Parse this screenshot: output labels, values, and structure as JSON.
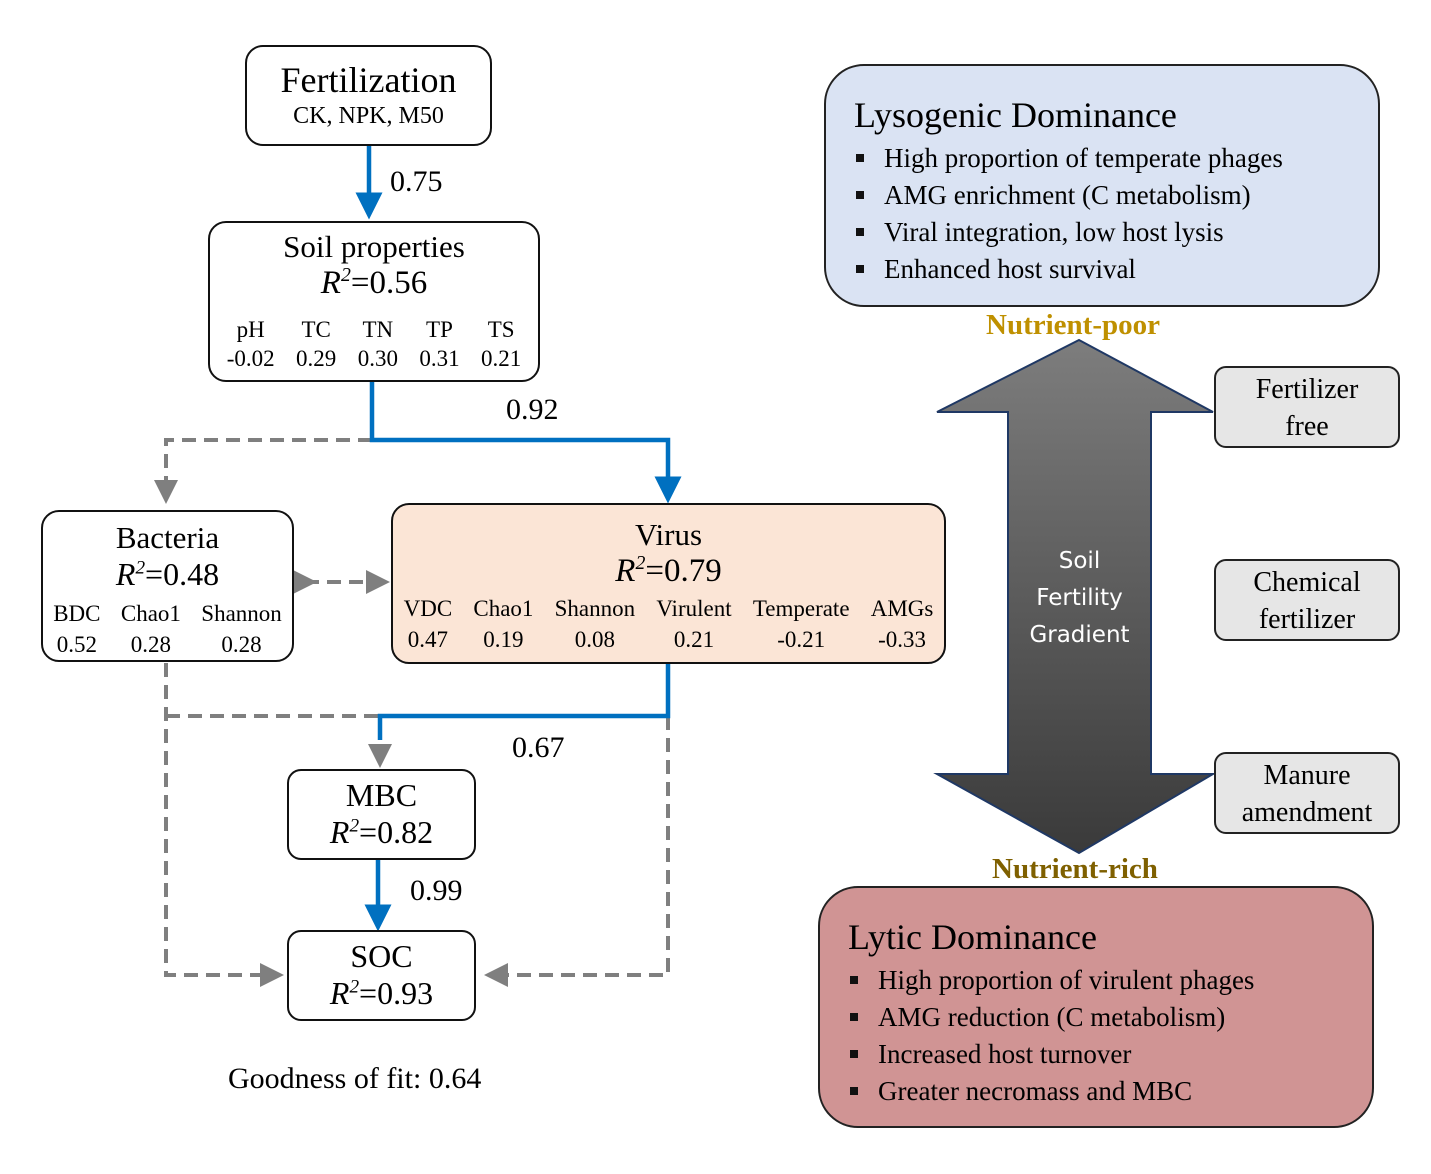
{
  "sem": {
    "nodes": {
      "fertilization": {
        "title": "Fertilization",
        "subtitle": "CK, NPK, M50"
      },
      "soil": {
        "title": "Soil properties",
        "r2_label": "R",
        "r2_sup": "2",
        "r2_value": "=0.56",
        "vars": [
          {
            "name": "pH",
            "value": "-0.02"
          },
          {
            "name": "TC",
            "value": "0.29"
          },
          {
            "name": "TN",
            "value": "0.30"
          },
          {
            "name": "TP",
            "value": "0.31"
          },
          {
            "name": "TS",
            "value": "0.21"
          }
        ]
      },
      "bacteria": {
        "title": "Bacteria",
        "r2_label": "R",
        "r2_sup": "2",
        "r2_value": "=0.48",
        "vars": [
          {
            "name": "BDC",
            "value": "0.52"
          },
          {
            "name": "Chao1",
            "value": "0.28"
          },
          {
            "name": "Shannon",
            "value": "0.28"
          }
        ]
      },
      "virus": {
        "title": "Virus",
        "r2_label": "R",
        "r2_sup": "2",
        "r2_value": "=0.79",
        "vars": [
          {
            "name": "VDC",
            "value": "0.47"
          },
          {
            "name": "Chao1",
            "value": "0.19"
          },
          {
            "name": "Shannon",
            "value": "0.08"
          },
          {
            "name": "Virulent",
            "value": "0.21"
          },
          {
            "name": "Temperate",
            "value": "-0.21"
          },
          {
            "name": "AMGs",
            "value": "-0.33"
          }
        ]
      },
      "mbc": {
        "title": "MBC",
        "r2_label": "R",
        "r2_sup": "2",
        "r2_value": "=0.82"
      },
      "soc": {
        "title": "SOC",
        "r2_label": "R",
        "r2_sup": "2",
        "r2_value": "=0.93"
      }
    },
    "paths": [
      {
        "from": "Fertilization",
        "to": "Soil properties",
        "coef": "0.75",
        "style": "significant"
      },
      {
        "from": "Soil properties",
        "to": "Virus",
        "coef": "0.92",
        "style": "significant"
      },
      {
        "from": "Virus",
        "to": "MBC",
        "coef": "0.67",
        "style": "significant"
      },
      {
        "from": "MBC",
        "to": "SOC",
        "coef": "0.99",
        "style": "significant"
      },
      {
        "from": "Soil properties",
        "to": "Bacteria",
        "coef": "",
        "style": "non-significant"
      },
      {
        "from": "Bacteria",
        "to": "Virus",
        "coef": "",
        "style": "non-significant"
      },
      {
        "from": "Bacteria",
        "to": "MBC",
        "coef": "",
        "style": "non-significant"
      },
      {
        "from": "Bacteria",
        "to": "SOC",
        "coef": "",
        "style": "non-significant"
      },
      {
        "from": "Virus",
        "to": "SOC",
        "coef": "",
        "style": "non-significant"
      }
    ],
    "goodness_of_fit": "Goodness of fit: 0.64"
  },
  "panels": {
    "lysogenic": {
      "title": "Lysogenic Dominance",
      "items": [
        "High proportion of temperate phages",
        "AMG enrichment (C metabolism)",
        "Viral integration, low host lysis",
        "Enhanced host survival"
      ]
    },
    "lytic": {
      "title": "Lytic Dominance",
      "items": [
        "High proportion of virulent phages",
        "AMG reduction (C metabolism)",
        "Increased host turnover",
        "Greater necromass and MBC"
      ]
    }
  },
  "gradient": {
    "top_label": "Nutrient-poor",
    "bottom_label": "Nutrient-rich",
    "arrow_text": [
      "Soil",
      "Fertility",
      "Gradient"
    ],
    "treatments": [
      {
        "line1": "Fertilizer",
        "line2": "free"
      },
      {
        "line1": "Chemical",
        "line2": "fertilizer"
      },
      {
        "line1": "Manure",
        "line2": "amendment"
      }
    ]
  },
  "colors": {
    "significant_path": "#0070c0",
    "nonsignificant_path": "#7f7f7f",
    "virus_fill": "#fbe5d6",
    "lysogenic_fill": "#dae3f3",
    "lytic_fill": "#d09494",
    "nutrient_poor": "#bf9000",
    "nutrient_rich": "#7f6000",
    "treatment_fill": "#e6e6e6"
  }
}
